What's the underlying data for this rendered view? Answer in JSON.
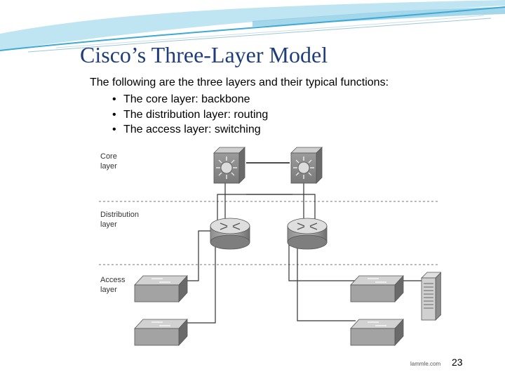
{
  "slide": {
    "title": "Cisco’s Three-Layer Model",
    "intro": "The following are the three layers and their typical functions:",
    "bullets": [
      "The core layer: backbone",
      "The distribution layer: routing",
      "The access layer: switching"
    ],
    "page_number": "23"
  },
  "diagram": {
    "layers": [
      {
        "line1": "Core",
        "line2": "layer"
      },
      {
        "line1": "Distribution",
        "line2": "layer"
      },
      {
        "line1": "Access",
        "line2": "layer"
      }
    ],
    "credit": "lammle.com",
    "colors": {
      "device_gray": "#a6a6a6",
      "device_dark": "#5e5e5e",
      "device_light": "#d4d4d4",
      "header_wave": "#3fa9d4",
      "title": "#1f3d7a"
    }
  }
}
